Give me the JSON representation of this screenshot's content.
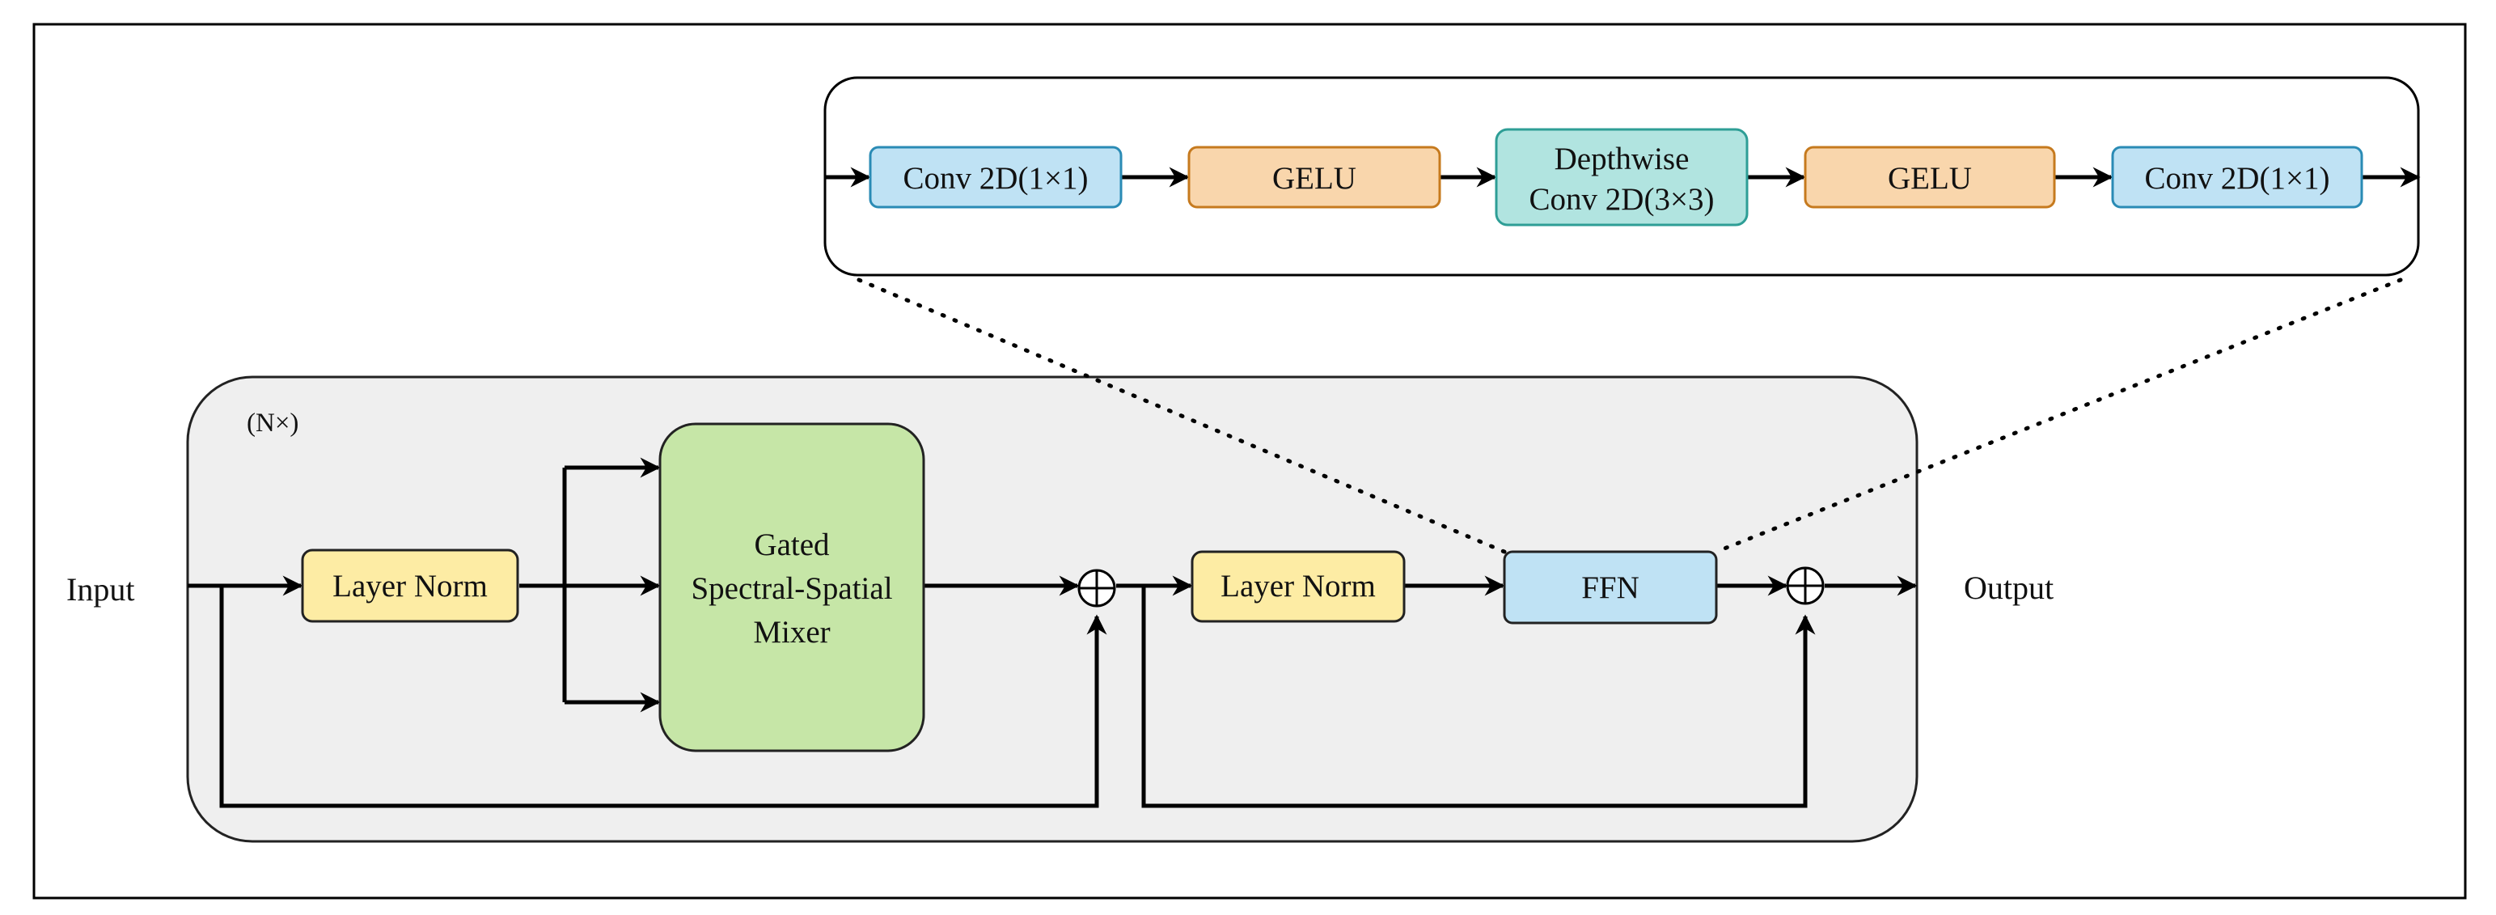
{
  "labels": {
    "input": "Input",
    "output": "Output",
    "repeat": "(N×)"
  },
  "main_block": {
    "layer_norm_1": "Layer Norm",
    "mixer": [
      "Gated",
      "Spectral-Spatial",
      "Mixer"
    ],
    "layer_norm_2": "Layer Norm",
    "ffn": "FFN"
  },
  "ffn_detail": {
    "conv_in": "Conv 2D(1×1)",
    "gelu_1": "GELU",
    "depthwise": [
      "Depthwise",
      "Conv 2D(3×3)"
    ],
    "gelu_2": "GELU",
    "conv_out": "Conv 2D(1×1)"
  },
  "colors": {
    "layer_norm_fill": "#fdeca4",
    "mixer_fill": "#c6e6a7",
    "ffn_fill": "#bfe2f4",
    "conv_fill": "#bfe2f4",
    "conv_stroke": "#2a8bb5",
    "gelu_fill": "#f9d6ac",
    "gelu_stroke": "#c67a1e",
    "depthwise_fill": "#b1e4e0",
    "depthwise_stroke": "#2e9e96",
    "block_fill": "#efefef",
    "line": "#000000"
  }
}
